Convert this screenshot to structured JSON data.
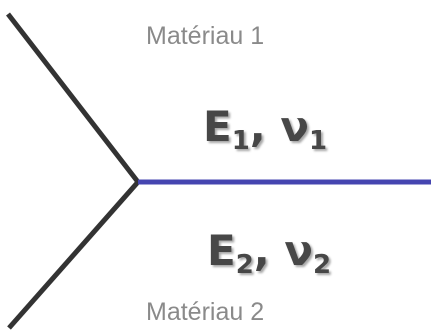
{
  "materials": {
    "top": {
      "label": "Matériau 1",
      "E_symbol": "E",
      "E_index": "1",
      "separator": ",",
      "nu_symbol": "ν",
      "nu_index": "1"
    },
    "bottom": {
      "label": "Matériau 2",
      "E_symbol": "E",
      "E_index": "2",
      "separator": ",",
      "nu_symbol": "ν",
      "nu_index": "2"
    }
  },
  "colors": {
    "crack_lines": "#333333",
    "interface_line": "#4545b0",
    "label_text": "#8a8a8a",
    "property_text": "#474747"
  }
}
